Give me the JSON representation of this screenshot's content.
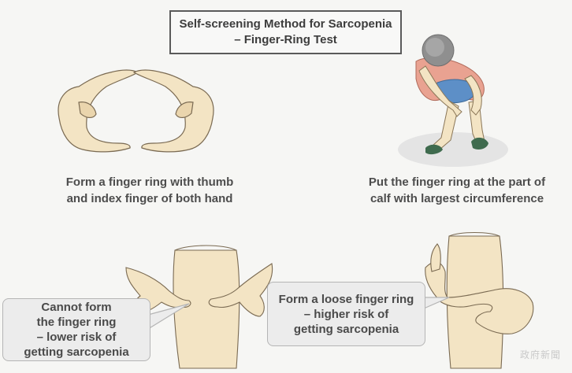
{
  "title": {
    "line1": "Self-screening Method for Sarcopenia",
    "line2": "– Finger-Ring Test"
  },
  "step1": {
    "line1": "Form a finger ring with thumb",
    "line2": "and index finger of both hand"
  },
  "step2": {
    "line1": "Put the finger ring at the part of",
    "line2": "calf with largest circumference"
  },
  "result_low": {
    "line1": "Cannot form",
    "line2": "the finger ring",
    "line3": "– lower risk of",
    "line4": "getting sarcopenia"
  },
  "result_high": {
    "line1": "Form a loose finger ring",
    "line2": "– higher risk of",
    "line3": "getting sarcopenia"
  },
  "watermark": "政府新聞",
  "colors": {
    "skin": "#f3e4c4",
    "skin_shadow": "#d9c49a",
    "shirt": "#e9a291",
    "shorts": "#5d8fc7",
    "shoes": "#3f6b4e",
    "hair": "#8f8f8f",
    "outline": "#6b5a44"
  }
}
